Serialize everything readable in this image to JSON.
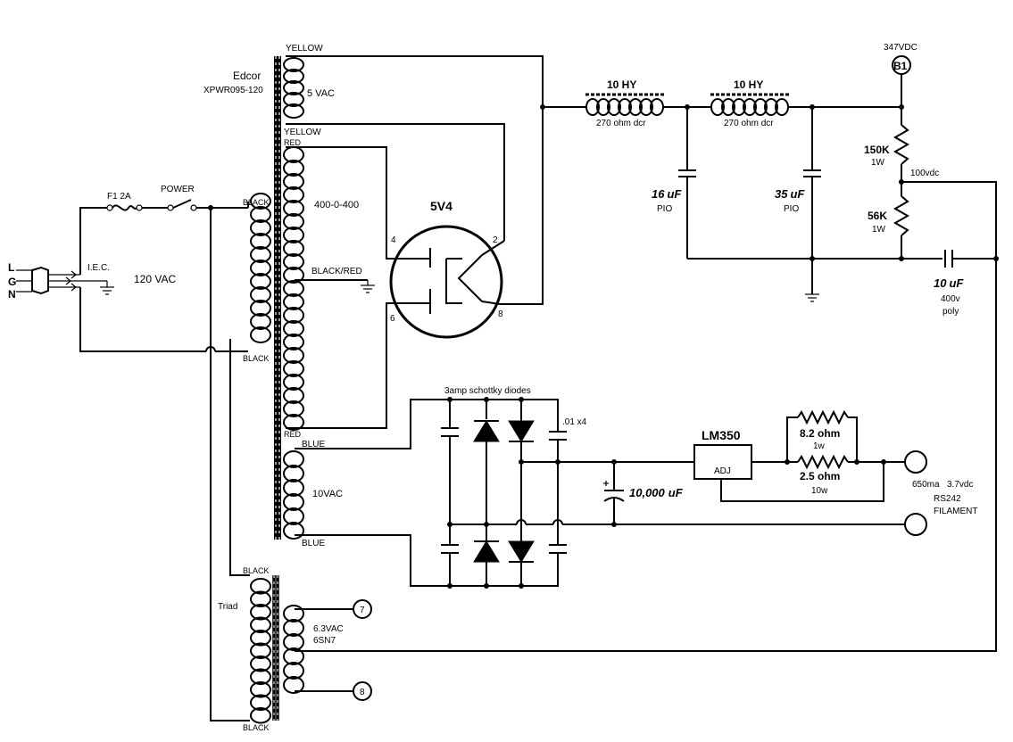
{
  "mains": {
    "plug_pins": [
      "L",
      "G",
      "N"
    ],
    "iec": "I.E.C.",
    "voltage": "120 VAC",
    "fuse": "F1 2A",
    "switch": "POWER"
  },
  "power_transformer": {
    "brand": "Edcor",
    "model": "XPWR095-120",
    "yellow_top": "YELLOW",
    "yellow_bottom": "YELLOW",
    "five_vac": "5 VAC",
    "red_top": "RED",
    "hv": "400-0-400",
    "ct": "BLACK/RED",
    "red_bottom": "RED",
    "black_top": "BLACK",
    "black_bottom": "BLACK",
    "blue_top": "BLUE",
    "ten_vac": "10VAC",
    "blue_bottom": "BLUE"
  },
  "rectifier": {
    "name": "5V4",
    "pin4": "4",
    "pin6": "6",
    "pin2": "2",
    "pin8": "8"
  },
  "filter": {
    "choke1_value": "10 HY",
    "choke1_dcr": "270 ohm dcr",
    "choke2_value": "10 HY",
    "choke2_dcr": "270 ohm dcr",
    "cap1_value": "16",
    "cap2_value": "35",
    "cap_unit": "uF",
    "cap1_type": "PIO",
    "cap2_type": "PIO",
    "b1_voltage": "347VDC",
    "b1_label": "B1",
    "r1_value": "150K",
    "r1_watt": "1W",
    "r2_value": "56K",
    "r2_watt": "1W",
    "divider_v": "100vdc",
    "cap3_value": "10",
    "cap3_rating": "400v",
    "cap3_type": "poly"
  },
  "filament": {
    "diodes": "3amp  schottky diodes",
    "bypass": ".01 x4",
    "big_cap": "10,000",
    "reg": "LM350",
    "adj": "ADJ",
    "r_a_value": "8.2 ohm",
    "r_a_watt": "1w",
    "r_b_value": "2.5 ohm",
    "r_b_watt": "10w",
    "current": "650ma",
    "voltage": "3.7vdc",
    "tube": "RS242",
    "desc": "FILAMENT"
  },
  "heater_transformer": {
    "brand": "Triad",
    "black_top": "BLACK",
    "black_bottom": "BLACK",
    "voltage": "6.3VAC",
    "tube": "6SN7",
    "pin7": "7",
    "pin8": "8"
  }
}
